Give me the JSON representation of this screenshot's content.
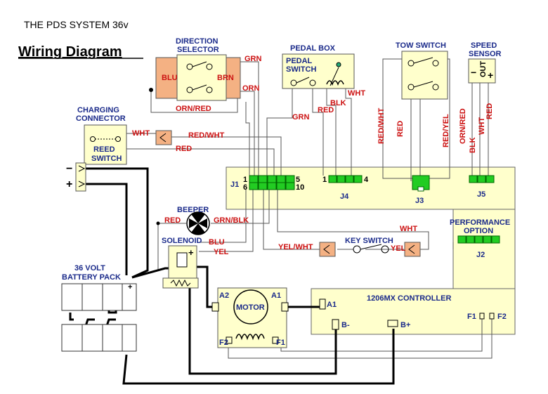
{
  "title": "THE PDS SYSTEM 36v",
  "subtitle": "Wiring Diagram",
  "components": {
    "direction_selector": "DIRECTION",
    "direction_selector2": "SELECTOR",
    "pedal_box": "PEDAL BOX",
    "pedal_switch1": "PEDAL",
    "pedal_switch2": "SWITCH",
    "tow_switch": "TOW SWITCH",
    "speed_sensor1": "SPEED",
    "speed_sensor2": "SENSOR",
    "speed_out": "OUT",
    "charging1": "CHARGING",
    "charging2": "CONNECTOR",
    "reed1": "REED",
    "reed2": "SWITCH",
    "beeper": "BEEPER",
    "solenoid": "SOLENOID",
    "key_switch": "KEY SWITCH",
    "performance1": "PERFORMANCE",
    "performance2": "OPTION",
    "battery1": "36 VOLT",
    "battery2": "BATTERY PACK",
    "motor": "MOTOR",
    "controller": "1206MX CONTROLLER"
  },
  "connectors": {
    "j1": "J1",
    "j2": "J2",
    "j3": "J3",
    "j4": "J4",
    "j5": "J5",
    "j1_p1": "1",
    "j1_p6": "6",
    "j1_p5": "5",
    "j1_p10": "10",
    "j4_p1": "1",
    "j4_p4": "4"
  },
  "terminals": {
    "a1": "A1",
    "a2": "A2",
    "f1": "F1",
    "f2": "F2",
    "ctrl_a1": "A1",
    "ctrl_bminus": "B-",
    "ctrl_bplus": "B+",
    "ctrl_f1": "F1",
    "ctrl_f2": "F2",
    "minus": "−",
    "plus": "+",
    "sol_plus": "+",
    "bat_plus": "+",
    "sensor_minus": "−",
    "sensor_plus": "+"
  },
  "wires": {
    "blu_left": "BLU",
    "brn": "BRN",
    "grn_top": "GRN",
    "orn_top": "ORN",
    "orn_red": "ORN/RED",
    "wht_pedal": "WHT",
    "blk_pedal": "BLK",
    "red_pedal": "RED",
    "grn_pedal": "GRN",
    "red_wht_tow": "RED/WHT",
    "red_tow": "RED",
    "red_yel_tow": "RED/YEL",
    "orn_red_j5": "ORN/RED",
    "blk_j5": "BLK",
    "wht_j5": "WHT",
    "red_j5": "RED",
    "wht_charge": "WHT",
    "red_wht_charge": "RED/WHT",
    "red_charge": "RED",
    "red_beeper": "RED",
    "grn_blk": "GRN/BLK",
    "blu_sol": "BLU",
    "yel_sol": "YEL",
    "yel_wht": "YEL/WHT",
    "wht_key": "WHT",
    "yel_key": "YEL"
  },
  "colors": {
    "label_navy": "#1a2a8a",
    "wire_red": "#cc1111",
    "panel_yellow": "#ffffcc",
    "connector_green": "#22cc22",
    "diode_orange": "#f4b183"
  }
}
